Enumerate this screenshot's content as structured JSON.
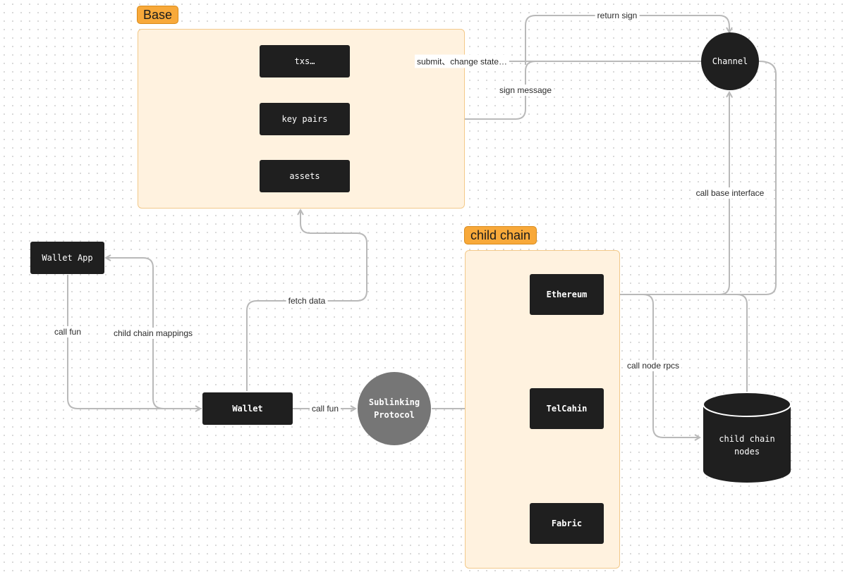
{
  "groups": {
    "base": "Base",
    "child_chain": "child chain"
  },
  "nodes": {
    "txs": "txs…",
    "key_pairs": "key pairs",
    "assets": "assets",
    "channel": "Channel",
    "wallet_app": "Wallet App",
    "wallet": "Wallet",
    "sublinking_protocol": [
      "Sublinking",
      "Protocol"
    ],
    "ethereum": "Ethereum",
    "telcahin": "TelCahin",
    "fabric": "Fabric",
    "child_chain_nodes": [
      "child chain",
      "nodes"
    ]
  },
  "edges": {
    "return_sign": "return sign",
    "submit_change_state": "submit、change state…",
    "sign_message": "sign message",
    "call_base_interface": "call base interface",
    "fetch_data": "fetch data",
    "call_fun_app": "call fun",
    "child_chain_mappings": "child chain mappings",
    "call_fun_wallet": "call fun",
    "call_node_rpcs": "call node rpcs"
  },
  "colors": {
    "group_fill": "#fff2df",
    "group_border": "#f3c98a",
    "tag_fill": "#f8a93a",
    "node_fill": "#1f1f1f",
    "protocol_fill": "#767676",
    "connector": "#b9b9b9"
  }
}
